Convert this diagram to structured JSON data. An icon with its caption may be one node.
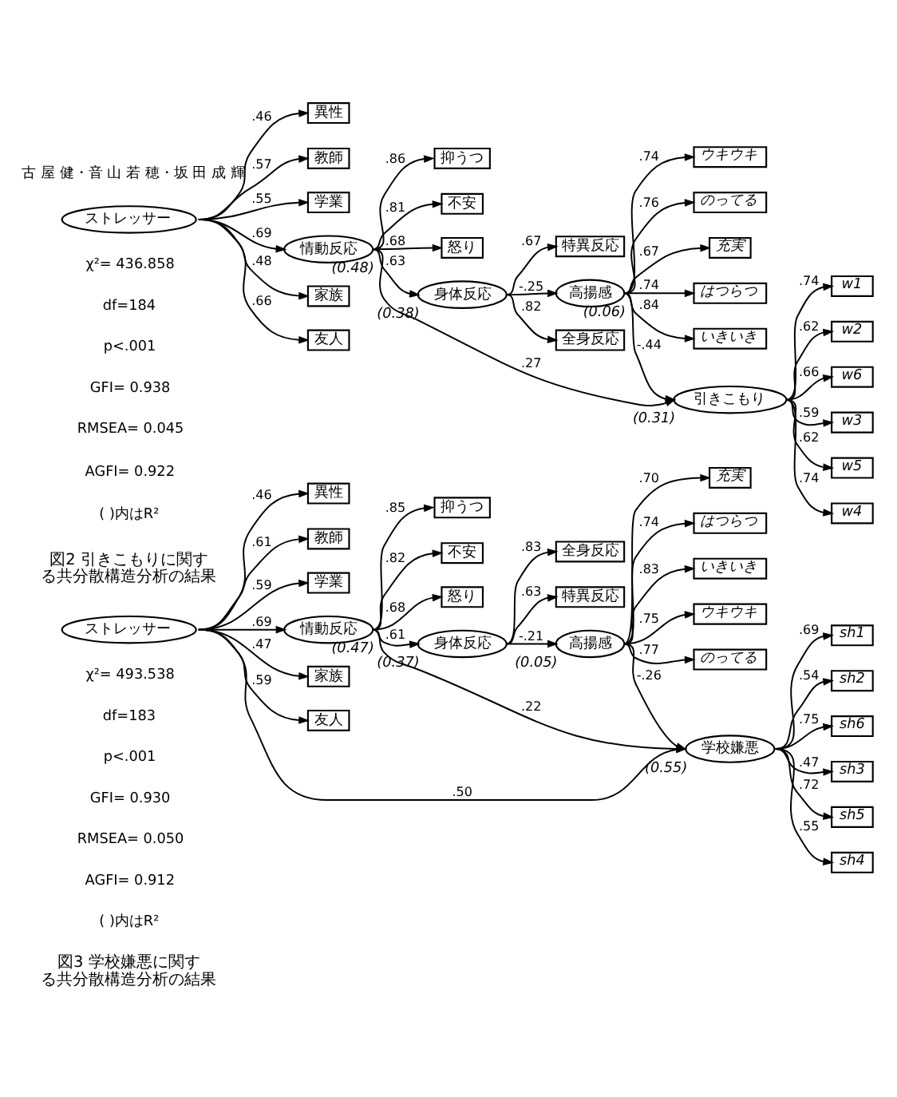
{
  "diagram": {
    "nodes": [
      {
        "text": [
          "異性"
        ]
      },
      {
        "text": [
          "抑うつ"
        ]
      },
      {
        "text": [
          "教師"
        ]
      },
      {
        "text": [
          "不安"
        ]
      },
      {
        "text": [
          "怒り"
        ]
      },
      {
        "text": [
          "全身反応"
        ]
      },
      {
        "text": [
          "学業"
        ]
      },
      {
        "text": [
          "ストレッサー"
        ]
      },
      {
        "text": [
          "情動反応"
        ],
        "beside": [
          "(0.48)"
        ]
      },
      {
        "text": [
          "身体反応"
        ],
        "beside": [
          "(0.38)"
        ]
      },
      {
        "text": [
          "特異反応"
        ]
      },
      {
        "text": [
          "家族"
        ]
      },
      {
        "text": [
          "友人"
        ]
      },
      {
        "text": [
          "充実"
        ]
      },
      {
        "text": [
          "はつらつ"
        ]
      },
      {
        "text": [
          "高揚感"
        ],
        "beside": [
          "(0.06)"
        ]
      },
      {
        "text": [
          "引きこもり"
        ],
        "beside": [
          "(0.31)"
        ]
      },
      {
        "text": [
          "いきいき"
        ]
      },
      {
        "text": [
          "w1"
        ]
      },
      {
        "text": [
          "ウキウキ"
        ]
      },
      {
        "text": [
          "w2"
        ]
      },
      {
        "text": [
          "w6"
        ]
      },
      {
        "text": [
          "のってる"
        ]
      },
      {
        "text": [
          "w3"
        ]
      },
      {
        "text": [
          "w5"
        ]
      },
      {
        "text": [
          "w4"
        ]
      },
      {
        "text": [
          "異性"
        ]
      },
      {
        "text": [
          "抑うつ"
        ]
      },
      {
        "text": [
          "教師"
        ]
      },
      {
        "text": [
          "不安"
        ]
      },
      {
        "text": [
          "怒り"
        ]
      },
      {
        "text": [
          "全身反応"
        ]
      },
      {
        "text": [
          "学業"
        ]
      },
      {
        "text": [
          "ストレッサー"
        ]
      },
      {
        "text": [
          "情動反応"
        ],
        "beside": [
          "(0.47)"
        ]
      },
      {
        "text": [
          "身体反応"
        ],
        "beside": [
          "(0.37)"
        ]
      },
      {
        "text": [
          "特異反応"
        ]
      },
      {
        "text": [
          "家族"
        ]
      },
      {
        "text": [
          "友人"
        ]
      },
      {
        "text": [
          "充実"
        ]
      },
      {
        "text": [
          "はつらつ"
        ]
      },
      {
        "text": [
          "高揚感"
        ],
        "beside": [
          "(0.05)"
        ]
      },
      {
        "text": [
          "いきいき"
        ]
      },
      {
        "text": [
          "学校嫌悪"
        ],
        "beside": [
          "(0.55)"
        ]
      },
      {
        "text": [
          "sh1"
        ]
      },
      {
        "text": [
          "ウキウキ"
        ]
      },
      {
        "text": [
          "sh2"
        ]
      },
      {
        "text": [
          "sh6"
        ]
      },
      {
        "text": [
          "のってる"
        ]
      },
      {
        "text": [
          "sh3"
        ]
      },
      {
        "text": [
          "sh5"
        ]
      },
      {
        "text": [
          "sh4"
        ]
      }
    ],
    "edges": [
      {
        "from": 7,
        "to": 0,
        "arrow": "to",
        "label": ".46"
      },
      {
        "from": 7,
        "to": 2,
        "arrow": "to",
        "label": ".57"
      },
      {
        "from": 7,
        "to": 6,
        "arrow": "to",
        "label": ".55"
      },
      {
        "from": 7,
        "to": 11,
        "arrow": "to",
        "label": ".48"
      },
      {
        "from": 7,
        "to": 12,
        "arrow": "to",
        "label": ".66"
      },
      {
        "from": 7,
        "to": 8,
        "arrow": "to",
        "label": ".69"
      },
      {
        "from": 8,
        "to": 3,
        "arrow": "to",
        "label": ".81"
      },
      {
        "from": 8,
        "to": 1,
        "arrow": "to",
        "label": ".86"
      },
      {
        "from": 8,
        "to": 4,
        "arrow": "to",
        "label": ".68"
      },
      {
        "from": 8,
        "to": 9,
        "arrow": "to",
        "label": ".63"
      },
      {
        "from": 8,
        "to": 16,
        "arrow": "to",
        "label": ".27"
      },
      {
        "from": 9,
        "to": 5,
        "arrow": "to",
        "label": ".82"
      },
      {
        "from": 9,
        "to": 10,
        "arrow": "to",
        "label": ".67"
      },
      {
        "from": 9,
        "to": 15,
        "arrow": "to",
        "label": "-.25"
      },
      {
        "from": 15,
        "to": 13,
        "arrow": "to",
        "label": ".67"
      },
      {
        "from": 15,
        "to": 14,
        "arrow": "to",
        "label": ".74"
      },
      {
        "from": 15,
        "to": 17,
        "arrow": "to",
        "label": ".84"
      },
      {
        "from": 15,
        "to": 19,
        "arrow": "to",
        "label": ".74"
      },
      {
        "from": 15,
        "to": 22,
        "arrow": "to",
        "label": ".76"
      },
      {
        "from": 15,
        "to": 16,
        "arrow": "to",
        "label": "-.44"
      },
      {
        "from": 16,
        "to": 18,
        "arrow": "to",
        "label": ".74"
      },
      {
        "from": 16,
        "to": 20,
        "arrow": "to",
        "label": ".62"
      },
      {
        "from": 16,
        "to": 23,
        "arrow": "to",
        "label": ".59"
      },
      {
        "from": 16,
        "to": 25,
        "arrow": "to",
        "label": ".74"
      },
      {
        "from": 16,
        "to": 24,
        "arrow": "to",
        "label": ".62"
      },
      {
        "from": 16,
        "to": 21,
        "arrow": "to",
        "label": ".66"
      },
      {
        "from": 33,
        "to": 26,
        "arrow": "to",
        "label": ".46"
      },
      {
        "from": 33,
        "to": 28,
        "arrow": "to",
        "label": ".61"
      },
      {
        "from": 33,
        "to": 32,
        "arrow": "to",
        "label": ".59"
      },
      {
        "from": 33,
        "to": 37,
        "arrow": "to",
        "label": ".47"
      },
      {
        "from": 33,
        "to": 38,
        "arrow": "to",
        "label": ".59"
      },
      {
        "from": 33,
        "to": 34,
        "arrow": "to",
        "label": ".69"
      },
      {
        "from": 33,
        "to": 43,
        "arrow": "to",
        "label": ".50"
      },
      {
        "from": 34,
        "to": 29,
        "arrow": "to",
        "label": ".82"
      },
      {
        "from": 34,
        "to": 27,
        "arrow": "to",
        "label": ".85"
      },
      {
        "from": 34,
        "to": 30,
        "arrow": "to",
        "label": ".68"
      },
      {
        "from": 34,
        "to": 35,
        "arrow": "to",
        "label": ".61"
      },
      {
        "from": 34,
        "to": 43,
        "arrow": "to",
        "label": ".22"
      },
      {
        "from": 35,
        "to": 31,
        "arrow": "to",
        "label": ".83"
      },
      {
        "from": 35,
        "to": 36,
        "arrow": "to",
        "label": ".63"
      },
      {
        "from": 35,
        "to": 41,
        "arrow": "to",
        "label": "-.21"
      },
      {
        "from": 41,
        "to": 39,
        "arrow": "to",
        "label": ".70"
      },
      {
        "from": 41,
        "to": 40,
        "arrow": "to",
        "label": ".74"
      },
      {
        "from": 41,
        "to": 42,
        "arrow": "to",
        "label": ".83"
      },
      {
        "from": 41,
        "to": 45,
        "arrow": "to",
        "label": ".75"
      },
      {
        "from": 41,
        "to": 48,
        "arrow": "to",
        "label": ".77"
      },
      {
        "from": 41,
        "to": 43,
        "arrow": "to",
        "label": "-.26"
      },
      {
        "from": 43,
        "to": 44,
        "arrow": "to",
        "label": ".69"
      },
      {
        "from": 43,
        "to": 46,
        "arrow": "to",
        "label": ".54"
      },
      {
        "from": 43,
        "to": 49,
        "arrow": "to",
        "label": ".47"
      },
      {
        "from": 43,
        "to": 51,
        "arrow": "to",
        "label": ".55"
      },
      {
        "from": 43,
        "to": 50,
        "arrow": "to",
        "label": ".72"
      },
      {
        "from": 43,
        "to": 47,
        "arrow": "to",
        "label": ".75"
      }
    ],
    "labels": [
      "古 屋 健・音 山 若 穂・坂 田 成 輝",
      "χ²= 436.858",
      "df=184",
      "p<.001",
      "GFI= 0.938",
      "RMSEA= 0.045",
      "AGFI= 0.922",
      "( )内はR²",
      "図2 引きこもりに関する共分散構造分析の結果",
      "χ²= 493.538",
      "df=183",
      "p<.001",
      "GFI= 0.930",
      "RMSEA= 0.050",
      "AGFI= 0.912",
      "( )内はR²",
      "図3 学校嫌悪に関する共分散構造分析の結果"
    ]
  }
}
